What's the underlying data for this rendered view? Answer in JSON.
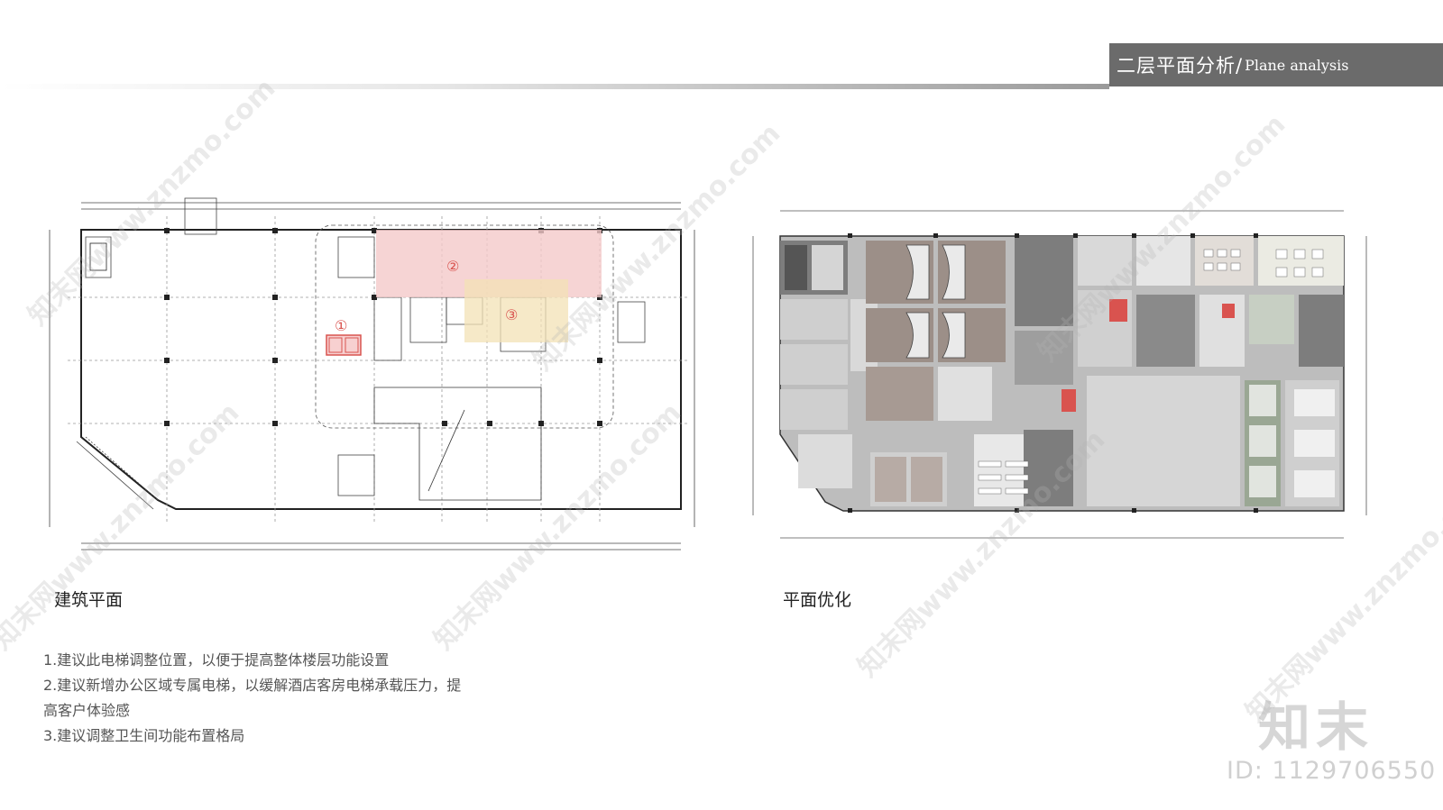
{
  "header": {
    "title_cn": "二层平面分析/",
    "title_en": "Plane analysis"
  },
  "left_plan": {
    "caption": "建筑平面",
    "markers": [
      "①",
      "②",
      "③"
    ]
  },
  "right_plan": {
    "caption": "平面优化"
  },
  "notes": [
    "1.建议此电梯调整位置，以便于提高整体楼层功能设置",
    "2.建议新增办公区域专属电梯，以缓解酒店客房电梯承载压力，提",
    "高客户体验感",
    "3.建议调整卫生间功能布置格局"
  ],
  "brand": {
    "logo": "知末",
    "id": "ID: 1129706550"
  },
  "watermark": {
    "text": "知末网www.znzmo.com"
  },
  "colors": {
    "header_bg": "#6b6b6b",
    "zone_pink": "#f4c9c9",
    "zone_yellow": "#f3e2b5",
    "elevator_red": "#d9534f",
    "room_brown": "#9c8f88",
    "room_gray": "#bdbdbd",
    "room_dark": "#7d7d7d",
    "room_green": "#9aa794"
  }
}
